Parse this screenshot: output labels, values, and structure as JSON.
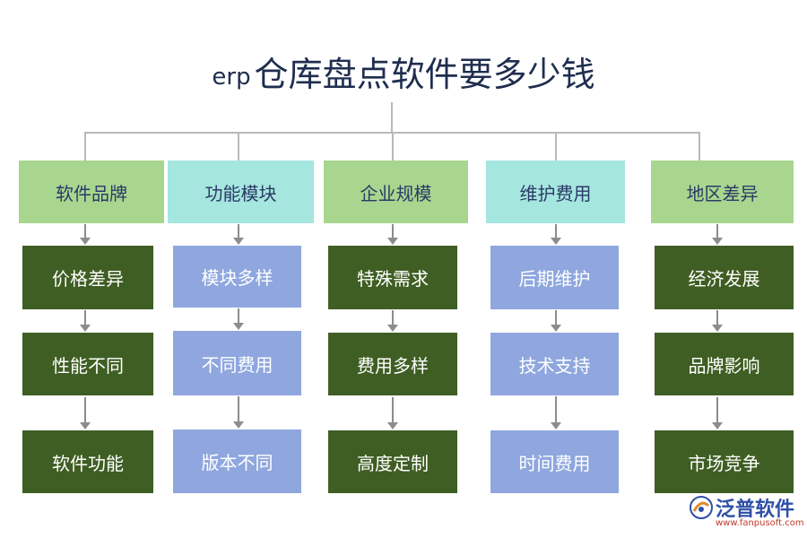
{
  "title": {
    "prefix": "erp",
    "main": "仓库盘点软件要多少钱"
  },
  "columns": [
    {
      "header": "软件品牌",
      "items": [
        "价格差异",
        "性能不同",
        "软件功能"
      ]
    },
    {
      "header": "功能模块",
      "items": [
        "模块多样",
        "不同费用",
        "版本不同"
      ]
    },
    {
      "header": "企业规模",
      "items": [
        "特殊需求",
        "费用多样",
        "高度定制"
      ]
    },
    {
      "header": "维护费用",
      "items": [
        "后期维护",
        "技术支持",
        "时间费用"
      ]
    },
    {
      "header": "地区差异",
      "items": [
        "经济发展",
        "品牌影响",
        "市场竞争"
      ]
    }
  ],
  "colors": {
    "header_green": "#a8d68f",
    "header_teal": "#a5e6df",
    "item_dark_green": "#3f5e23",
    "item_blue": "#8fa7de",
    "connector": "#b9b9b9",
    "arrow": "#8c8c8c",
    "title": "#1f2d4f"
  },
  "logo": {
    "name": "泛普软件",
    "url": "www.fanpusoft.com",
    "icon": "fanpu-logo-icon"
  }
}
